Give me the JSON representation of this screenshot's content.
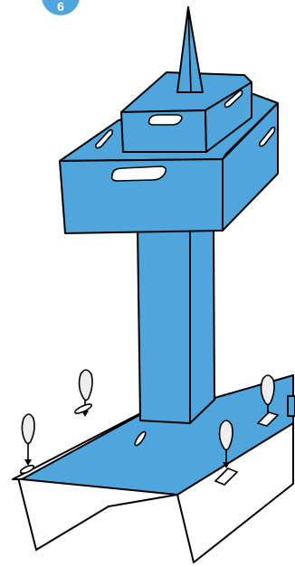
{
  "diagram": {
    "step_badge": {
      "number": "6",
      "color": "#4FA6DC"
    },
    "colors": {
      "cardboard": "#4FA6DC",
      "outline": "#000000",
      "paper": "#ffffff",
      "peg": "#eeeeee"
    },
    "icons": [
      "step-badge",
      "spire",
      "top-box",
      "middle-box",
      "column",
      "base-board",
      "peg-icon",
      "down-arrow-icon"
    ]
  }
}
